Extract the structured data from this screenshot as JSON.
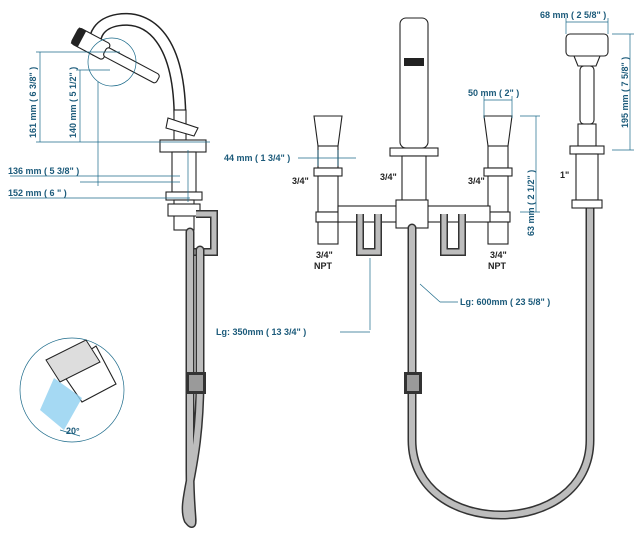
{
  "colors": {
    "dimension": "#1b6a8a",
    "outline": "#222222",
    "hose": "#b8b8b8",
    "spray": "#8fd0f0"
  },
  "left_view": {
    "dims": {
      "d161": "161 mm ( 6 3/8\" )",
      "d140": "140 mm ( 5 1/2\" )",
      "d136": "136 mm ( 5 3/8\" )",
      "d152": "152 mm ( 6 \" )"
    },
    "detail_angle": "20°"
  },
  "center_view": {
    "dims": {
      "d44": "44 mm ( 1 3/4\" )",
      "d50": "50 mm ( 2\" )",
      "d63": "63 mm ( 2 1/2\" )"
    },
    "labels": {
      "left_valve": "3/4\"",
      "center": "3/4\"",
      "right_valve": "3/4\"",
      "left_npt_size": "3/4\"",
      "left_npt": "NPT",
      "right_npt_size": "3/4\"",
      "right_npt": "NPT"
    },
    "hose_lengths": {
      "short": "Lg: 350mm ( 13 3/4\" )",
      "long": "Lg: 600mm ( 23 5/8\" )"
    }
  },
  "right_view": {
    "dims": {
      "diameter": "68 mm ( 2 5/8\" )",
      "d195": "195 mm ( 7 5/8\" )"
    },
    "labels": {
      "connection": "1\""
    }
  }
}
